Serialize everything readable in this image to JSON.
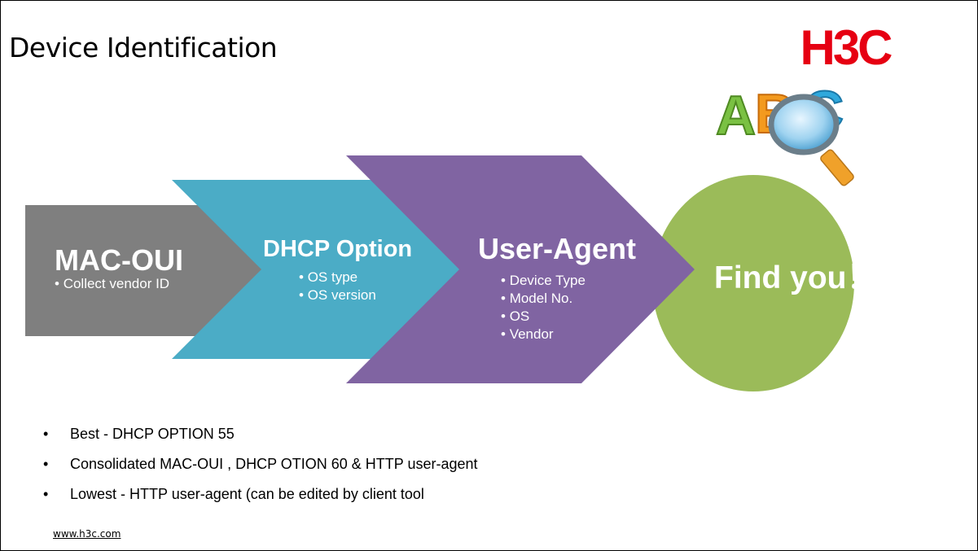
{
  "title": "Device Identification",
  "logo": {
    "text": "H3C",
    "color": "#e60012"
  },
  "icon": {
    "name": "abc-magnifier-icon",
    "letters": "ABC"
  },
  "stages": [
    {
      "title": "MAC-OUI",
      "items": [
        "Collect vendor ID"
      ],
      "color": "#7f7f7f"
    },
    {
      "title": "DHCP Option",
      "items": [
        "OS type",
        "OS version"
      ],
      "color": "#4bacc6"
    },
    {
      "title": "User-Agent",
      "items": [
        "Device Type",
        "Model No.",
        "OS",
        "Vendor"
      ],
      "color": "#8064a2"
    }
  ],
  "result": {
    "text": "Find you！",
    "color": "#9bbb59"
  },
  "bullets": [
    "Best  - DHCP OPTION 55",
    "Consolidated MAC-OUI , DHCP OTION 60 & HTTP user-agent",
    "Lowest - HTTP user-agent (can be edited by client tool"
  ],
  "footer": {
    "url": "www.h3c.com"
  }
}
